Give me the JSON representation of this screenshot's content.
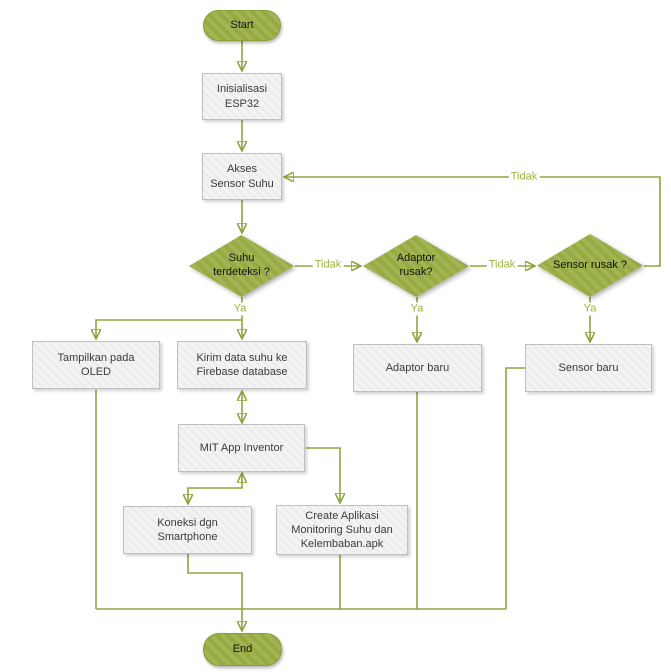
{
  "flowchart": {
    "nodes": {
      "start": "Start",
      "init": "Inisialisasi\nESP32",
      "akses": "Akses\nSensor Suhu",
      "suhu_terdeteksi": "Suhu\nterdeteksi ?",
      "adaptor_rusak": "Adaptor\nrusak?",
      "sensor_rusak": "Sensor rusak ?",
      "oled": "Tampilkan pada\nOLED",
      "firebase": "Kirim data suhu ke\nFirebase database",
      "adaptor_baru": "Adaptor baru",
      "sensor_baru": "Sensor baru",
      "mit": "MIT App Inventor",
      "koneksi": "Koneksi dgn\nSmartphone",
      "create_apk": "Create Aplikasi\nMonitoring Suhu dan\nKelembaban.apk",
      "end": "End"
    },
    "edge_labels": {
      "suhu_ya": "Ya",
      "suhu_tidak": "Tidak",
      "adaptor_ya": "Ya",
      "adaptor_tidak": "Tidak",
      "sensor_ya": "Ya",
      "sensor_tidak": "Tidak"
    },
    "edges": [
      {
        "from": "Start",
        "to": "Inisialisasi ESP32",
        "label": ""
      },
      {
        "from": "Inisialisasi ESP32",
        "to": "Akses Sensor Suhu",
        "label": ""
      },
      {
        "from": "Akses Sensor Suhu",
        "to": "Suhu terdeteksi ?",
        "label": ""
      },
      {
        "from": "Suhu terdeteksi ?",
        "to": "Adaptor rusak?",
        "label": "Tidak"
      },
      {
        "from": "Adaptor rusak?",
        "to": "Sensor rusak ?",
        "label": "Tidak"
      },
      {
        "from": "Sensor rusak ?",
        "to": "Akses Sensor Suhu",
        "label": "Tidak"
      },
      {
        "from": "Suhu terdeteksi ?",
        "to": "Tampilkan pada OLED",
        "label": "Ya"
      },
      {
        "from": "Suhu terdeteksi ?",
        "to": "Kirim data suhu ke Firebase database",
        "label": "Ya"
      },
      {
        "from": "Adaptor rusak?",
        "to": "Adaptor baru",
        "label": "Ya"
      },
      {
        "from": "Sensor rusak ?",
        "to": "Sensor baru",
        "label": "Ya"
      },
      {
        "from": "Kirim data suhu ke Firebase database",
        "to": "MIT App Inventor",
        "label": "bidirectional"
      },
      {
        "from": "MIT App Inventor",
        "to": "Create Aplikasi Monitoring Suhu dan Kelembaban.apk",
        "label": ""
      },
      {
        "from": "MIT App Inventor",
        "to": "Koneksi dgn Smartphone",
        "label": "bidirectional"
      },
      {
        "from": "Koneksi dgn Smartphone",
        "to": "End",
        "label": ""
      },
      {
        "from": "Tampilkan pada OLED",
        "to": "End",
        "label": ""
      },
      {
        "from": "Create Aplikasi Monitoring Suhu dan Kelembaban.apk",
        "to": "End",
        "label": ""
      },
      {
        "from": "Adaptor baru",
        "to": "End",
        "label": ""
      },
      {
        "from": "Sensor baru",
        "to": "End",
        "label": ""
      }
    ],
    "colors": {
      "shape_green": "#a3b552",
      "shape_green_stripe": "#96aa43",
      "line_olive": "#8da53f",
      "edge_label_text": "#9cb23f",
      "process_fill": "#ededed",
      "process_border": "#bfbfbf",
      "process_text": "#3b3b3b"
    }
  }
}
